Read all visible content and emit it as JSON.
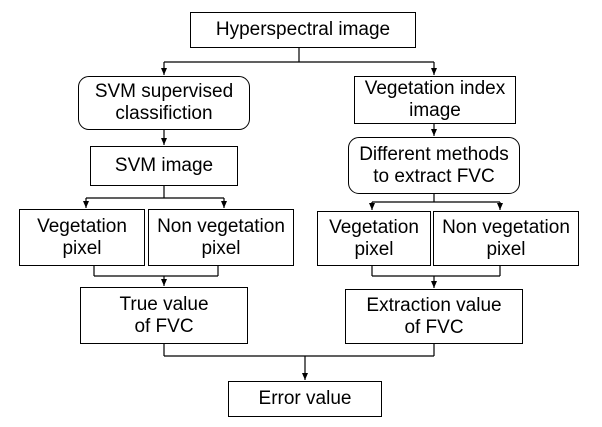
{
  "nodes": {
    "hyperspectral": "Hyperspectral image",
    "svm_classification": "SVM supervised\nclassifiction",
    "vi_image": "Vegetation index\nimage",
    "svm_image": "SVM image",
    "different_methods": "Different methods\nto extract FVC",
    "veg_pixel_left": "Vegetation\npixel",
    "nonveg_pixel_left": "Non vegetation\npixel",
    "veg_pixel_right": "Vegetation\npixel",
    "nonveg_pixel_right": "Non vegetation\npixel",
    "true_value": "True value\nof FVC",
    "extraction_value": "Extraction value\nof FVC",
    "error_value": "Error value"
  }
}
